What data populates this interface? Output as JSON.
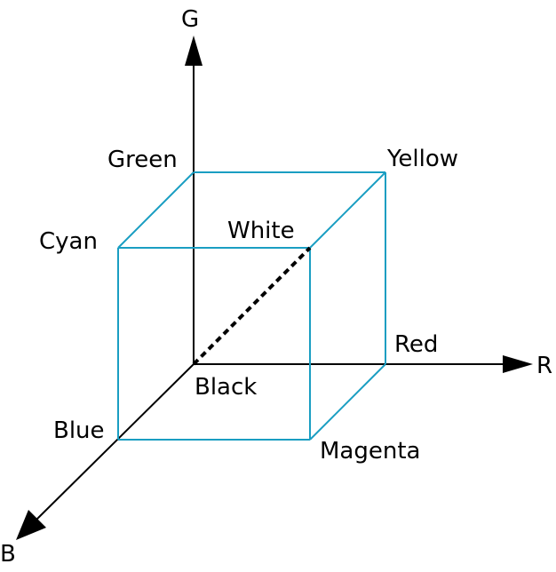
{
  "colors": {
    "cube_edge": "#1a9ec2",
    "axis": "#000000",
    "diagonal": "#000000"
  },
  "axes": {
    "g_label": "G",
    "r_label": "R",
    "b_label": "B"
  },
  "vertices": {
    "black": "Black",
    "red": "Red",
    "green": "Green",
    "blue": "Blue",
    "yellow": "Yellow",
    "cyan": "Cyan",
    "magenta": "Magenta",
    "white": "White"
  }
}
